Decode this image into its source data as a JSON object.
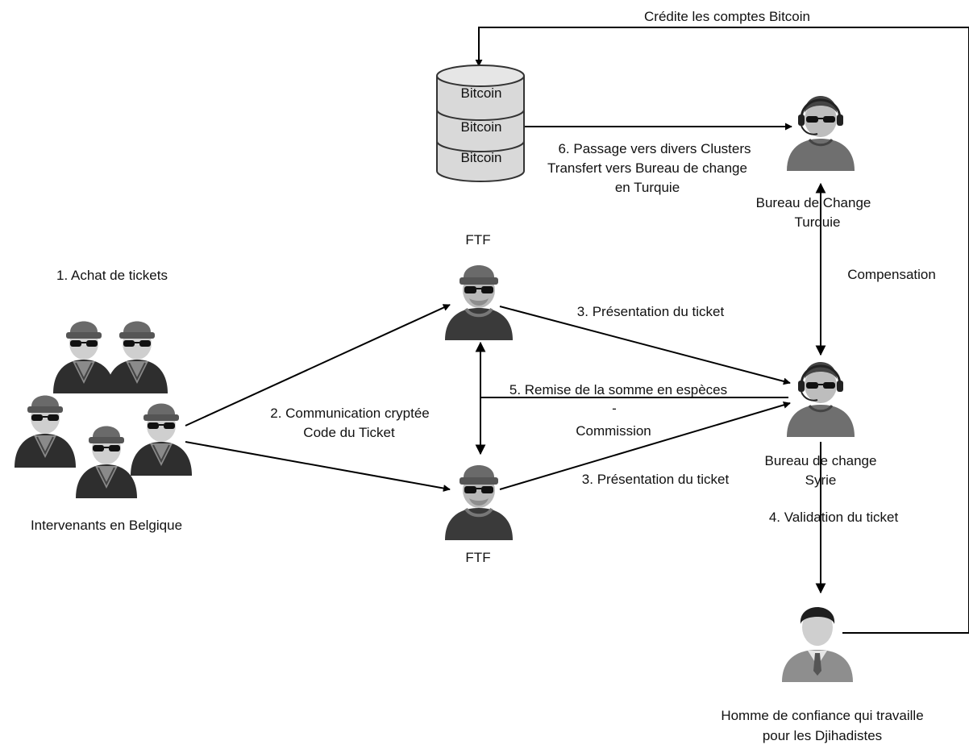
{
  "labels": {
    "credit": "Crédite les comptes Bitcoin",
    "db1": "Bitcoin",
    "db2": "Bitcoin",
    "db3": "Bitcoin",
    "step6_l1": "6. Passage vers divers Clusters",
    "step6_l2": "Transfert vers Bureau de change",
    "step6_l3": "en Turquie",
    "turkey_l1": "Bureau de Change",
    "turkey_l2": "Turquie",
    "compensation": "Compensation",
    "ftf_top": "FTF",
    "ftf_bottom": "FTF",
    "step1": "1. Achat de tickets",
    "step3a": "3. Présentation du ticket",
    "step3b": "3. Présentation du ticket",
    "step5_l1": "5. Remise de la somme en espèces",
    "step5_l2": "-",
    "step5_l3": "Commission",
    "step2_l1": "2. Communication cryptée",
    "step2_l2": "Code du Ticket",
    "syria_l1": "Bureau de change",
    "syria_l2": "Syrie",
    "belgium": "Intervenants en Belgique",
    "step4": "4. Validation du ticket",
    "trust_l1": "Homme de confiance qui travaille",
    "trust_l2": "pour les Djihadistes"
  },
  "icons": {
    "database": "database-icon",
    "spy": "spy-icon",
    "operator": "headset-operator-icon",
    "person": "person-icon"
  },
  "colors": {
    "figure_dark": "#3d3d3d",
    "figure_mid": "#6b6b6b",
    "figure_light": "#9a9a9a",
    "face": "#d6d6d6",
    "db_fill": "#d9d9d9"
  }
}
